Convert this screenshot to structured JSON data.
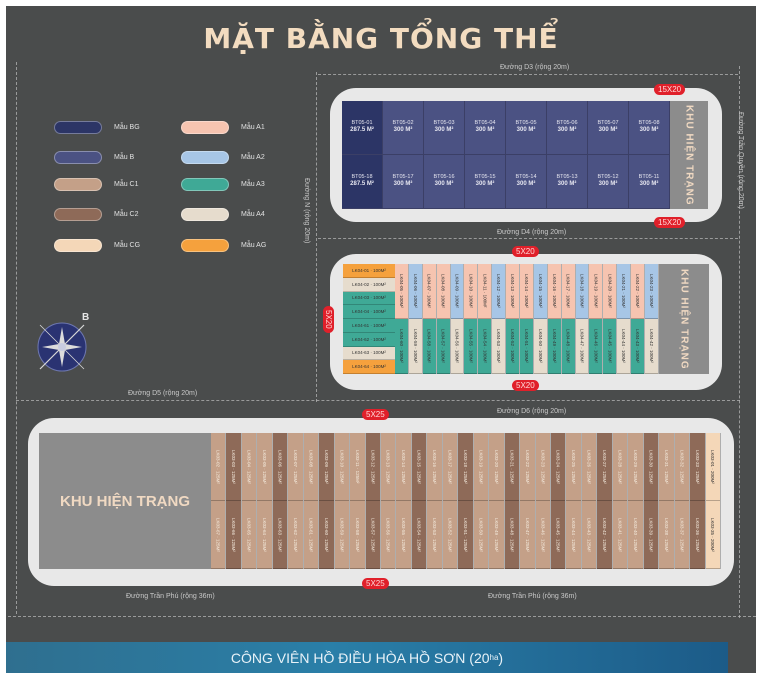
{
  "title": "MẶT BẰNG TỔNG THỂ",
  "legend": [
    {
      "label": "Mẫu BG",
      "color": "#2c3566"
    },
    {
      "label": "Mẫu B",
      "color": "#4b5283"
    },
    {
      "label": "Mẫu C1",
      "color": "#c4a088"
    },
    {
      "label": "Mẫu C2",
      "color": "#8e6a58"
    },
    {
      "label": "Mẫu CG",
      "color": "#f4d7b8"
    },
    {
      "label": "Mẫu A1",
      "color": "#f6c4b0"
    },
    {
      "label": "Mẫu A2",
      "color": "#a7c6e6"
    },
    {
      "label": "Mẫu A3",
      "color": "#3fa996"
    },
    {
      "label": "Mẫu A4",
      "color": "#e6dccd"
    },
    {
      "label": "Mẫu AG",
      "color": "#f5a13d"
    }
  ],
  "roads": {
    "d3": "Đường D3 (rộng 20m)",
    "d4": "Đường D4 (rộng 20m)",
    "d5": "Đường D5 (rộng 20m)",
    "d6": "Đường D6 (rộng 20m)",
    "n": "Đường N (rộng 20m)",
    "tran_quyen": "Đường Trần Quyền (rộng 20m)",
    "tran_phu_left": "Đường Trần Phú (rộng 36m)",
    "tran_phu_right": "Đường Trần Phú (rộng 36m)"
  },
  "badges": {
    "top_a": "15X20",
    "top_b": "15X20",
    "mid_top": "5X20",
    "mid_bottom": "5X20",
    "mid_left": "5X20",
    "bot_top": "5X25",
    "bot_bottom": "5X25"
  },
  "khu_hien_trang": "KHU HIỆN TRẠNG",
  "compass_label": "B",
  "block_bt05": {
    "top": [
      {
        "id": "BT05-01",
        "area": "287.5 M²"
      },
      {
        "id": "BT05-02",
        "area": "300 M²"
      },
      {
        "id": "BT05-03",
        "area": "300 M²"
      },
      {
        "id": "BT05-04",
        "area": "300 M²"
      },
      {
        "id": "BT05-05",
        "area": "300 M²"
      },
      {
        "id": "BT05-06",
        "area": "300 M²"
      },
      {
        "id": "BT05-07",
        "area": "300 M²"
      },
      {
        "id": "BT05-08",
        "area": "300 M²"
      }
    ],
    "bottom": [
      {
        "id": "BT05-18",
        "area": "287.5 M²"
      },
      {
        "id": "BT05-17",
        "area": "300 M²"
      },
      {
        "id": "BT05-16",
        "area": "300 M²"
      },
      {
        "id": "BT05-15",
        "area": "300 M²"
      },
      {
        "id": "BT05-14",
        "area": "300 M²"
      },
      {
        "id": "BT05-13",
        "area": "300 M²"
      },
      {
        "id": "BT05-12",
        "area": "300 M²"
      },
      {
        "id": "BT05-11",
        "area": "300 M²"
      }
    ]
  },
  "block_lk04": {
    "side": [
      {
        "label": "LK04-01 · 100M²",
        "color": "#f5a13d"
      },
      {
        "label": "LK04-02 · 100M²",
        "color": "#e6dccd"
      },
      {
        "label": "LK04-03 · 100M²",
        "color": "#3fa996"
      },
      {
        "label": "LK04-04 · 100M²",
        "color": "#3fa996"
      },
      {
        "label": "LK04-61 · 100M²",
        "color": "#3fa996"
      },
      {
        "label": "LK04-62 · 100M²",
        "color": "#3fa996"
      },
      {
        "label": "LK04-63 · 100M²",
        "color": "#e6dccd"
      },
      {
        "label": "LK04-64 · 100M²",
        "color": "#f5a13d"
      }
    ],
    "top": [
      {
        "label": "LK04-05 · 100M²",
        "color": "#f6c4b0"
      },
      {
        "label": "LK04-06 · 100M²",
        "color": "#a7c6e6"
      },
      {
        "label": "LK04-07 · 100M²",
        "color": "#f6c4b0"
      },
      {
        "label": "LK04-08 · 100M²",
        "color": "#f6c4b0"
      },
      {
        "label": "LK04-09 · 100M²",
        "color": "#a7c6e6"
      },
      {
        "label": "LK04-10 · 100M²",
        "color": "#f6c4b0"
      },
      {
        "label": "LK04-11 · 100M²",
        "color": "#f6c4b0"
      },
      {
        "label": "LK04-12 · 100M²",
        "color": "#a7c6e6"
      },
      {
        "label": "LK04-13 · 100M²",
        "color": "#f6c4b0"
      },
      {
        "label": "LK04-14 · 100M²",
        "color": "#f6c4b0"
      },
      {
        "label": "LK04-15 · 100M²",
        "color": "#a7c6e6"
      },
      {
        "label": "LK04-16 · 100M²",
        "color": "#f6c4b0"
      },
      {
        "label": "LK04-17 · 100M²",
        "color": "#f6c4b0"
      },
      {
        "label": "LK04-18 · 100M²",
        "color": "#a7c6e6"
      },
      {
        "label": "LK04-19 · 100M²",
        "color": "#f6c4b0"
      },
      {
        "label": "LK04-20 · 100M²",
        "color": "#f6c4b0"
      },
      {
        "label": "LK04-21 · 100M²",
        "color": "#a7c6e6"
      },
      {
        "label": "LK04-22 · 100M²",
        "color": "#f6c4b0"
      },
      {
        "label": "LK04-23 · 100M²",
        "color": "#a7c6e6"
      }
    ],
    "bottom": [
      {
        "label": "LK04-60 · 100M²",
        "color": "#3fa996"
      },
      {
        "label": "LK04-59 · 100M²",
        "color": "#e6dccd"
      },
      {
        "label": "LK04-58 · 100M²",
        "color": "#3fa996"
      },
      {
        "label": "LK04-57 · 100M²",
        "color": "#3fa996"
      },
      {
        "label": "LK04-56 · 100M²",
        "color": "#e6dccd"
      },
      {
        "label": "LK04-55 · 100M²",
        "color": "#3fa996"
      },
      {
        "label": "LK04-54 · 100M²",
        "color": "#3fa996"
      },
      {
        "label": "LK04-53 · 100M²",
        "color": "#e6dccd"
      },
      {
        "label": "LK04-52 · 100M²",
        "color": "#3fa996"
      },
      {
        "label": "LK04-51 · 100M²",
        "color": "#3fa996"
      },
      {
        "label": "LK04-50 · 100M²",
        "color": "#e6dccd"
      },
      {
        "label": "LK04-49 · 100M²",
        "color": "#3fa996"
      },
      {
        "label": "LK04-48 · 100M²",
        "color": "#3fa996"
      },
      {
        "label": "LK04-47 · 100M²",
        "color": "#e6dccd"
      },
      {
        "label": "LK04-46 · 100M²",
        "color": "#3fa996"
      },
      {
        "label": "LK04-45 · 100M²",
        "color": "#3fa996"
      },
      {
        "label": "LK04-44 · 100M²",
        "color": "#e6dccd"
      },
      {
        "label": "LK04-43 · 100M²",
        "color": "#3fa996"
      },
      {
        "label": "LK04-42 · 100M²",
        "color": "#e6dccd"
      }
    ]
  },
  "block_lk03": {
    "top": [
      {
        "label": "LK03-02 · 125M²",
        "color": "#c4a088"
      },
      {
        "label": "LK03-03 · 125M²",
        "color": "#8e6a58"
      },
      {
        "label": "LK03-04 · 125M²",
        "color": "#c4a088"
      },
      {
        "label": "LK03-05 · 125M²",
        "color": "#c4a088"
      },
      {
        "label": "LK03-06 · 125M²",
        "color": "#8e6a58"
      },
      {
        "label": "LK03-07 · 125M²",
        "color": "#c4a088"
      },
      {
        "label": "LK03-08 · 125M²",
        "color": "#c4a088"
      },
      {
        "label": "LK03-09 · 125M²",
        "color": "#8e6a58"
      },
      {
        "label": "LK03-10 · 125M²",
        "color": "#c4a088"
      },
      {
        "label": "LK03-11 · 125M²",
        "color": "#c4a088"
      },
      {
        "label": "LK03-12 · 125M²",
        "color": "#8e6a58"
      },
      {
        "label": "LK03-13 · 125M²",
        "color": "#c4a088"
      },
      {
        "label": "LK03-14 · 125M²",
        "color": "#c4a088"
      },
      {
        "label": "LK03-15 · 125M²",
        "color": "#8e6a58"
      },
      {
        "label": "LK03-16 · 125M²",
        "color": "#c4a088"
      },
      {
        "label": "LK03-17 · 125M²",
        "color": "#c4a088"
      },
      {
        "label": "LK03-18 · 125M²",
        "color": "#8e6a58"
      },
      {
        "label": "LK03-19 · 125M²",
        "color": "#c4a088"
      },
      {
        "label": "LK03-20 · 125M²",
        "color": "#c4a088"
      },
      {
        "label": "LK03-21 · 125M²",
        "color": "#8e6a58"
      },
      {
        "label": "LK03-22 · 125M²",
        "color": "#c4a088"
      },
      {
        "label": "LK03-23 · 125M²",
        "color": "#c4a088"
      },
      {
        "label": "LK03-24 · 125M²",
        "color": "#8e6a58"
      },
      {
        "label": "LK03-25 · 125M²",
        "color": "#c4a088"
      },
      {
        "label": "LK03-26 · 125M²",
        "color": "#c4a088"
      },
      {
        "label": "LK03-27 · 125M²",
        "color": "#8e6a58"
      },
      {
        "label": "LK03-28 · 125M²",
        "color": "#c4a088"
      },
      {
        "label": "LK03-29 · 125M²",
        "color": "#c4a088"
      },
      {
        "label": "LK03-30 · 125M²",
        "color": "#8e6a58"
      },
      {
        "label": "LK03-31 · 125M²",
        "color": "#c4a088"
      },
      {
        "label": "LK03-32 · 125M²",
        "color": "#c4a088"
      },
      {
        "label": "LK03-33 · 125M²",
        "color": "#8e6a58"
      },
      {
        "label": "LK03-01 · 200M²",
        "color": "#f4d7b8"
      }
    ],
    "bottom": [
      {
        "label": "LK03-67 · 125M²",
        "color": "#c4a088"
      },
      {
        "label": "LK03-66 · 125M²",
        "color": "#8e6a58"
      },
      {
        "label": "LK03-65 · 125M²",
        "color": "#c4a088"
      },
      {
        "label": "LK03-64 · 125M²",
        "color": "#c4a088"
      },
      {
        "label": "LK03-63 · 125M²",
        "color": "#8e6a58"
      },
      {
        "label": "LK03-62 · 125M²",
        "color": "#c4a088"
      },
      {
        "label": "LK03-61 · 125M²",
        "color": "#c4a088"
      },
      {
        "label": "LK03-60 · 125M²",
        "color": "#8e6a58"
      },
      {
        "label": "LK03-59 · 125M²",
        "color": "#c4a088"
      },
      {
        "label": "LK03-58 · 125M²",
        "color": "#c4a088"
      },
      {
        "label": "LK03-57 · 125M²",
        "color": "#8e6a58"
      },
      {
        "label": "LK03-56 · 125M²",
        "color": "#c4a088"
      },
      {
        "label": "LK03-55 · 125M²",
        "color": "#c4a088"
      },
      {
        "label": "LK03-54 · 125M²",
        "color": "#8e6a58"
      },
      {
        "label": "LK03-53 · 125M²",
        "color": "#c4a088"
      },
      {
        "label": "LK03-52 · 125M²",
        "color": "#c4a088"
      },
      {
        "label": "LK03-51 · 125M²",
        "color": "#8e6a58"
      },
      {
        "label": "LK03-50 · 125M²",
        "color": "#c4a088"
      },
      {
        "label": "LK03-49 · 125M²",
        "color": "#c4a088"
      },
      {
        "label": "LK03-48 · 125M²",
        "color": "#8e6a58"
      },
      {
        "label": "LK03-47 · 125M²",
        "color": "#c4a088"
      },
      {
        "label": "LK03-46 · 125M²",
        "color": "#c4a088"
      },
      {
        "label": "LK03-45 · 125M²",
        "color": "#8e6a58"
      },
      {
        "label": "LK03-44 · 125M²",
        "color": "#c4a088"
      },
      {
        "label": "LK03-43 · 125M²",
        "color": "#c4a088"
      },
      {
        "label": "LK03-42 · 125M²",
        "color": "#8e6a58"
      },
      {
        "label": "LK03-41 · 125M²",
        "color": "#c4a088"
      },
      {
        "label": "LK03-40 · 125M²",
        "color": "#c4a088"
      },
      {
        "label": "LK03-39 · 125M²",
        "color": "#8e6a58"
      },
      {
        "label": "LK03-38 · 125M²",
        "color": "#c4a088"
      },
      {
        "label": "LK03-37 · 125M²",
        "color": "#c4a088"
      },
      {
        "label": "LK03-36 · 125M²",
        "color": "#8e6a58"
      },
      {
        "label": "LK03-35 · 200M²",
        "color": "#f4d7b8"
      }
    ]
  },
  "park": {
    "label": "CÔNG VIÊN HỒ ĐIỀU HÒA HỒ SƠN (20",
    "sup": "ha",
    "close": ")"
  },
  "colors": {
    "background": "#4a4c4c",
    "title": "#f3dcc0",
    "badge": "#e0202a",
    "frame": "#e8e8e8",
    "existing_area": "#8c8c8c"
  }
}
